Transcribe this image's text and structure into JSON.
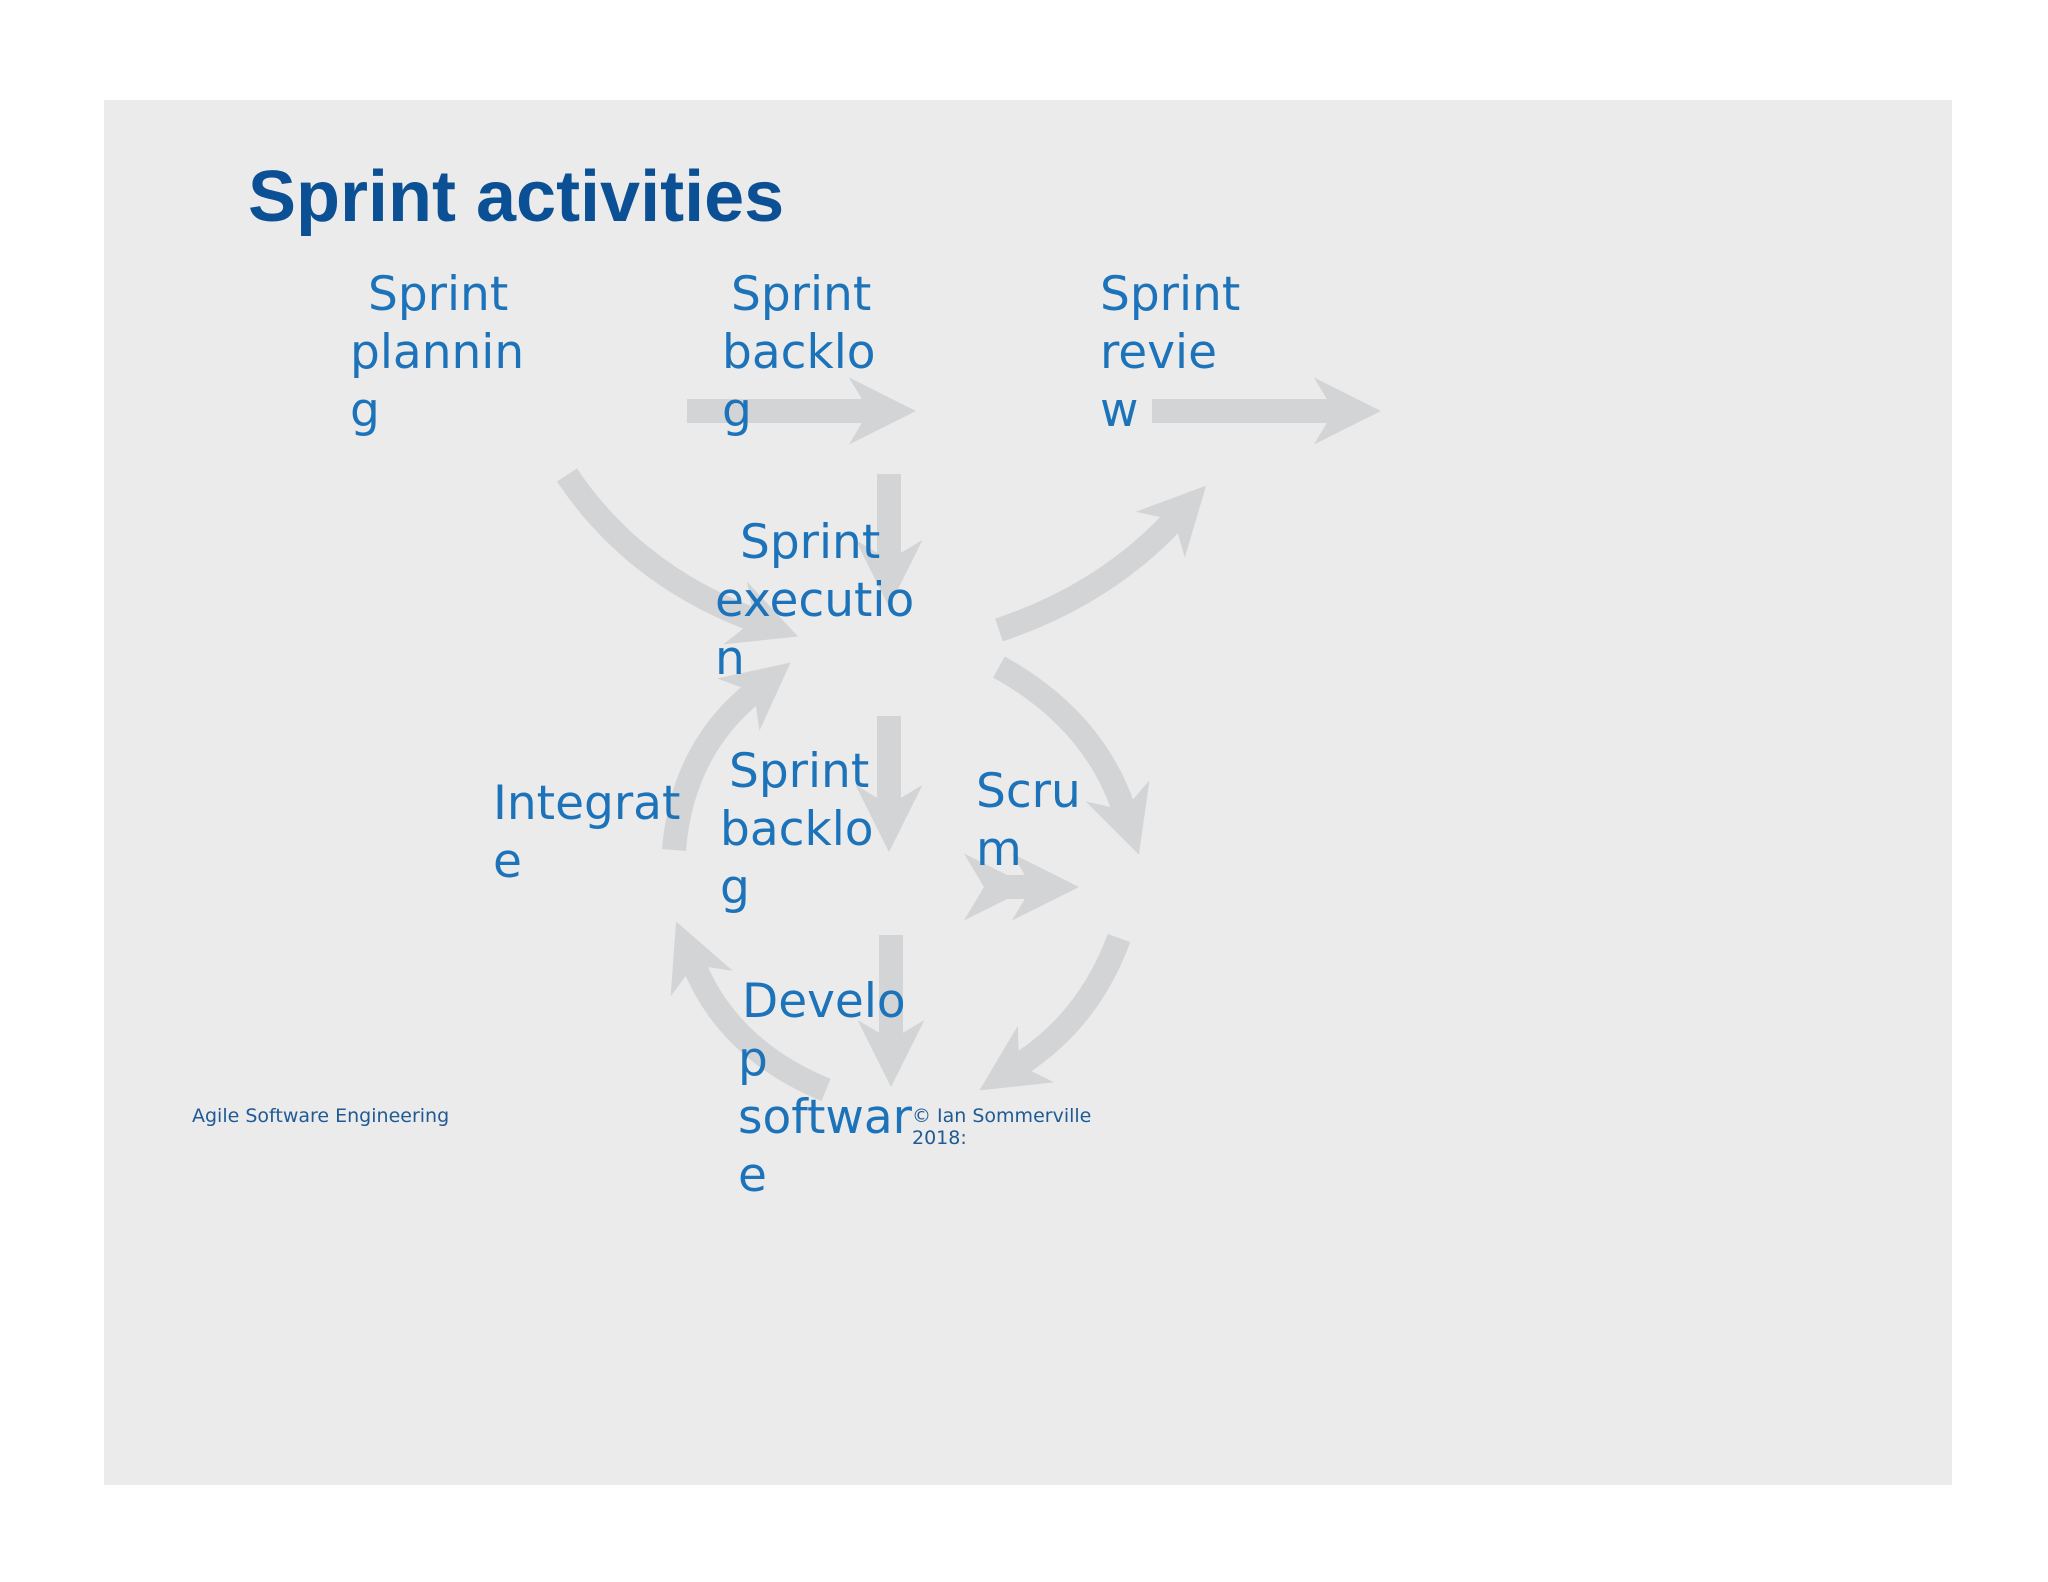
{
  "slide": {
    "title": "Sprint activities"
  },
  "nodes": {
    "sprint_planning": [
      "Sprint",
      "plannin",
      "g"
    ],
    "sprint_backlog_top": [
      "Sprint",
      "backlo",
      "g"
    ],
    "sprint_review": [
      "Sprint",
      "revie",
      "w"
    ],
    "sprint_execution": [
      "Sprint",
      "executio",
      "n"
    ],
    "sprint_backlog_mid": [
      "Sprint",
      "backlo",
      "g"
    ],
    "integrate": [
      "Integrat",
      "e"
    ],
    "scrum": [
      "Scru",
      "m"
    ],
    "develop_software": [
      "Develo",
      "p",
      "softwar",
      "e"
    ]
  },
  "footer": {
    "left": "Agile Software Engineering",
    "copyright_line1": "© Ian Sommerville",
    "copyright_line2": "2018:"
  },
  "colors": {
    "title": "#0b4f94",
    "node_text": "#1d73b9",
    "arrow": "#d3d4d6",
    "slide_bg": "#ebebeb"
  }
}
